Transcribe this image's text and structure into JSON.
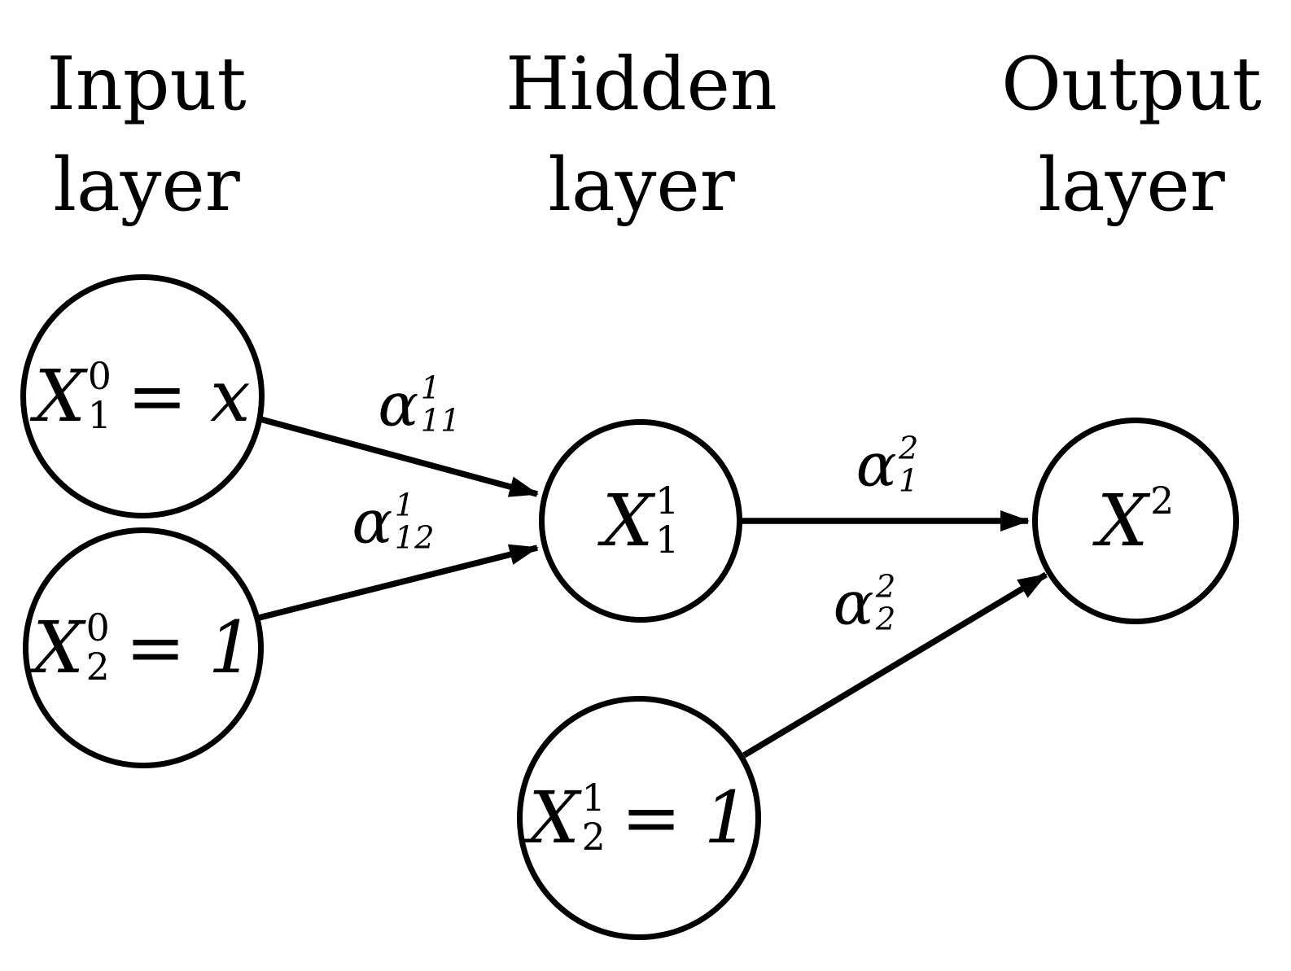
{
  "headers": {
    "input": "Input\nlayer",
    "hidden": "Hidden\nlayer",
    "output": "Output\nlayer"
  },
  "nodes": {
    "input1": {
      "base": "X",
      "sup": "0",
      "sub": "1",
      "eq": "= x"
    },
    "input2": {
      "base": "X",
      "sup": "0",
      "sub": "2",
      "eq": "= 1"
    },
    "hidden1": {
      "base": "X",
      "sup": "1",
      "sub": "1",
      "eq": ""
    },
    "hidden2": {
      "base": "X",
      "sup": "1",
      "sub": "2",
      "eq": "= 1"
    },
    "output1": {
      "base": "X",
      "sup": "2",
      "sub": "",
      "eq": ""
    }
  },
  "edges": {
    "a11": {
      "base": "α",
      "sup": "1",
      "sub": "11"
    },
    "a12": {
      "base": "α",
      "sup": "1",
      "sub": "12"
    },
    "a21": {
      "base": "α",
      "sup": "2",
      "sub": "1"
    },
    "a22": {
      "base": "α",
      "sup": "2",
      "sub": "2"
    }
  },
  "colors": {
    "stroke": "#000000",
    "background": "#ffffff"
  }
}
